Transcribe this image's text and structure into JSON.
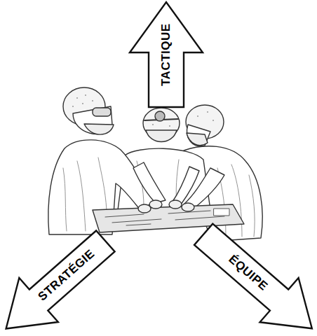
{
  "diagram": {
    "nodes": [
      {
        "text": [
          "TACTIQUE"
        ]
      },
      {
        "text": [
          "STRATÉGIE"
        ]
      },
      {
        "text": [
          "ÉQUIPE"
        ]
      }
    ]
  }
}
